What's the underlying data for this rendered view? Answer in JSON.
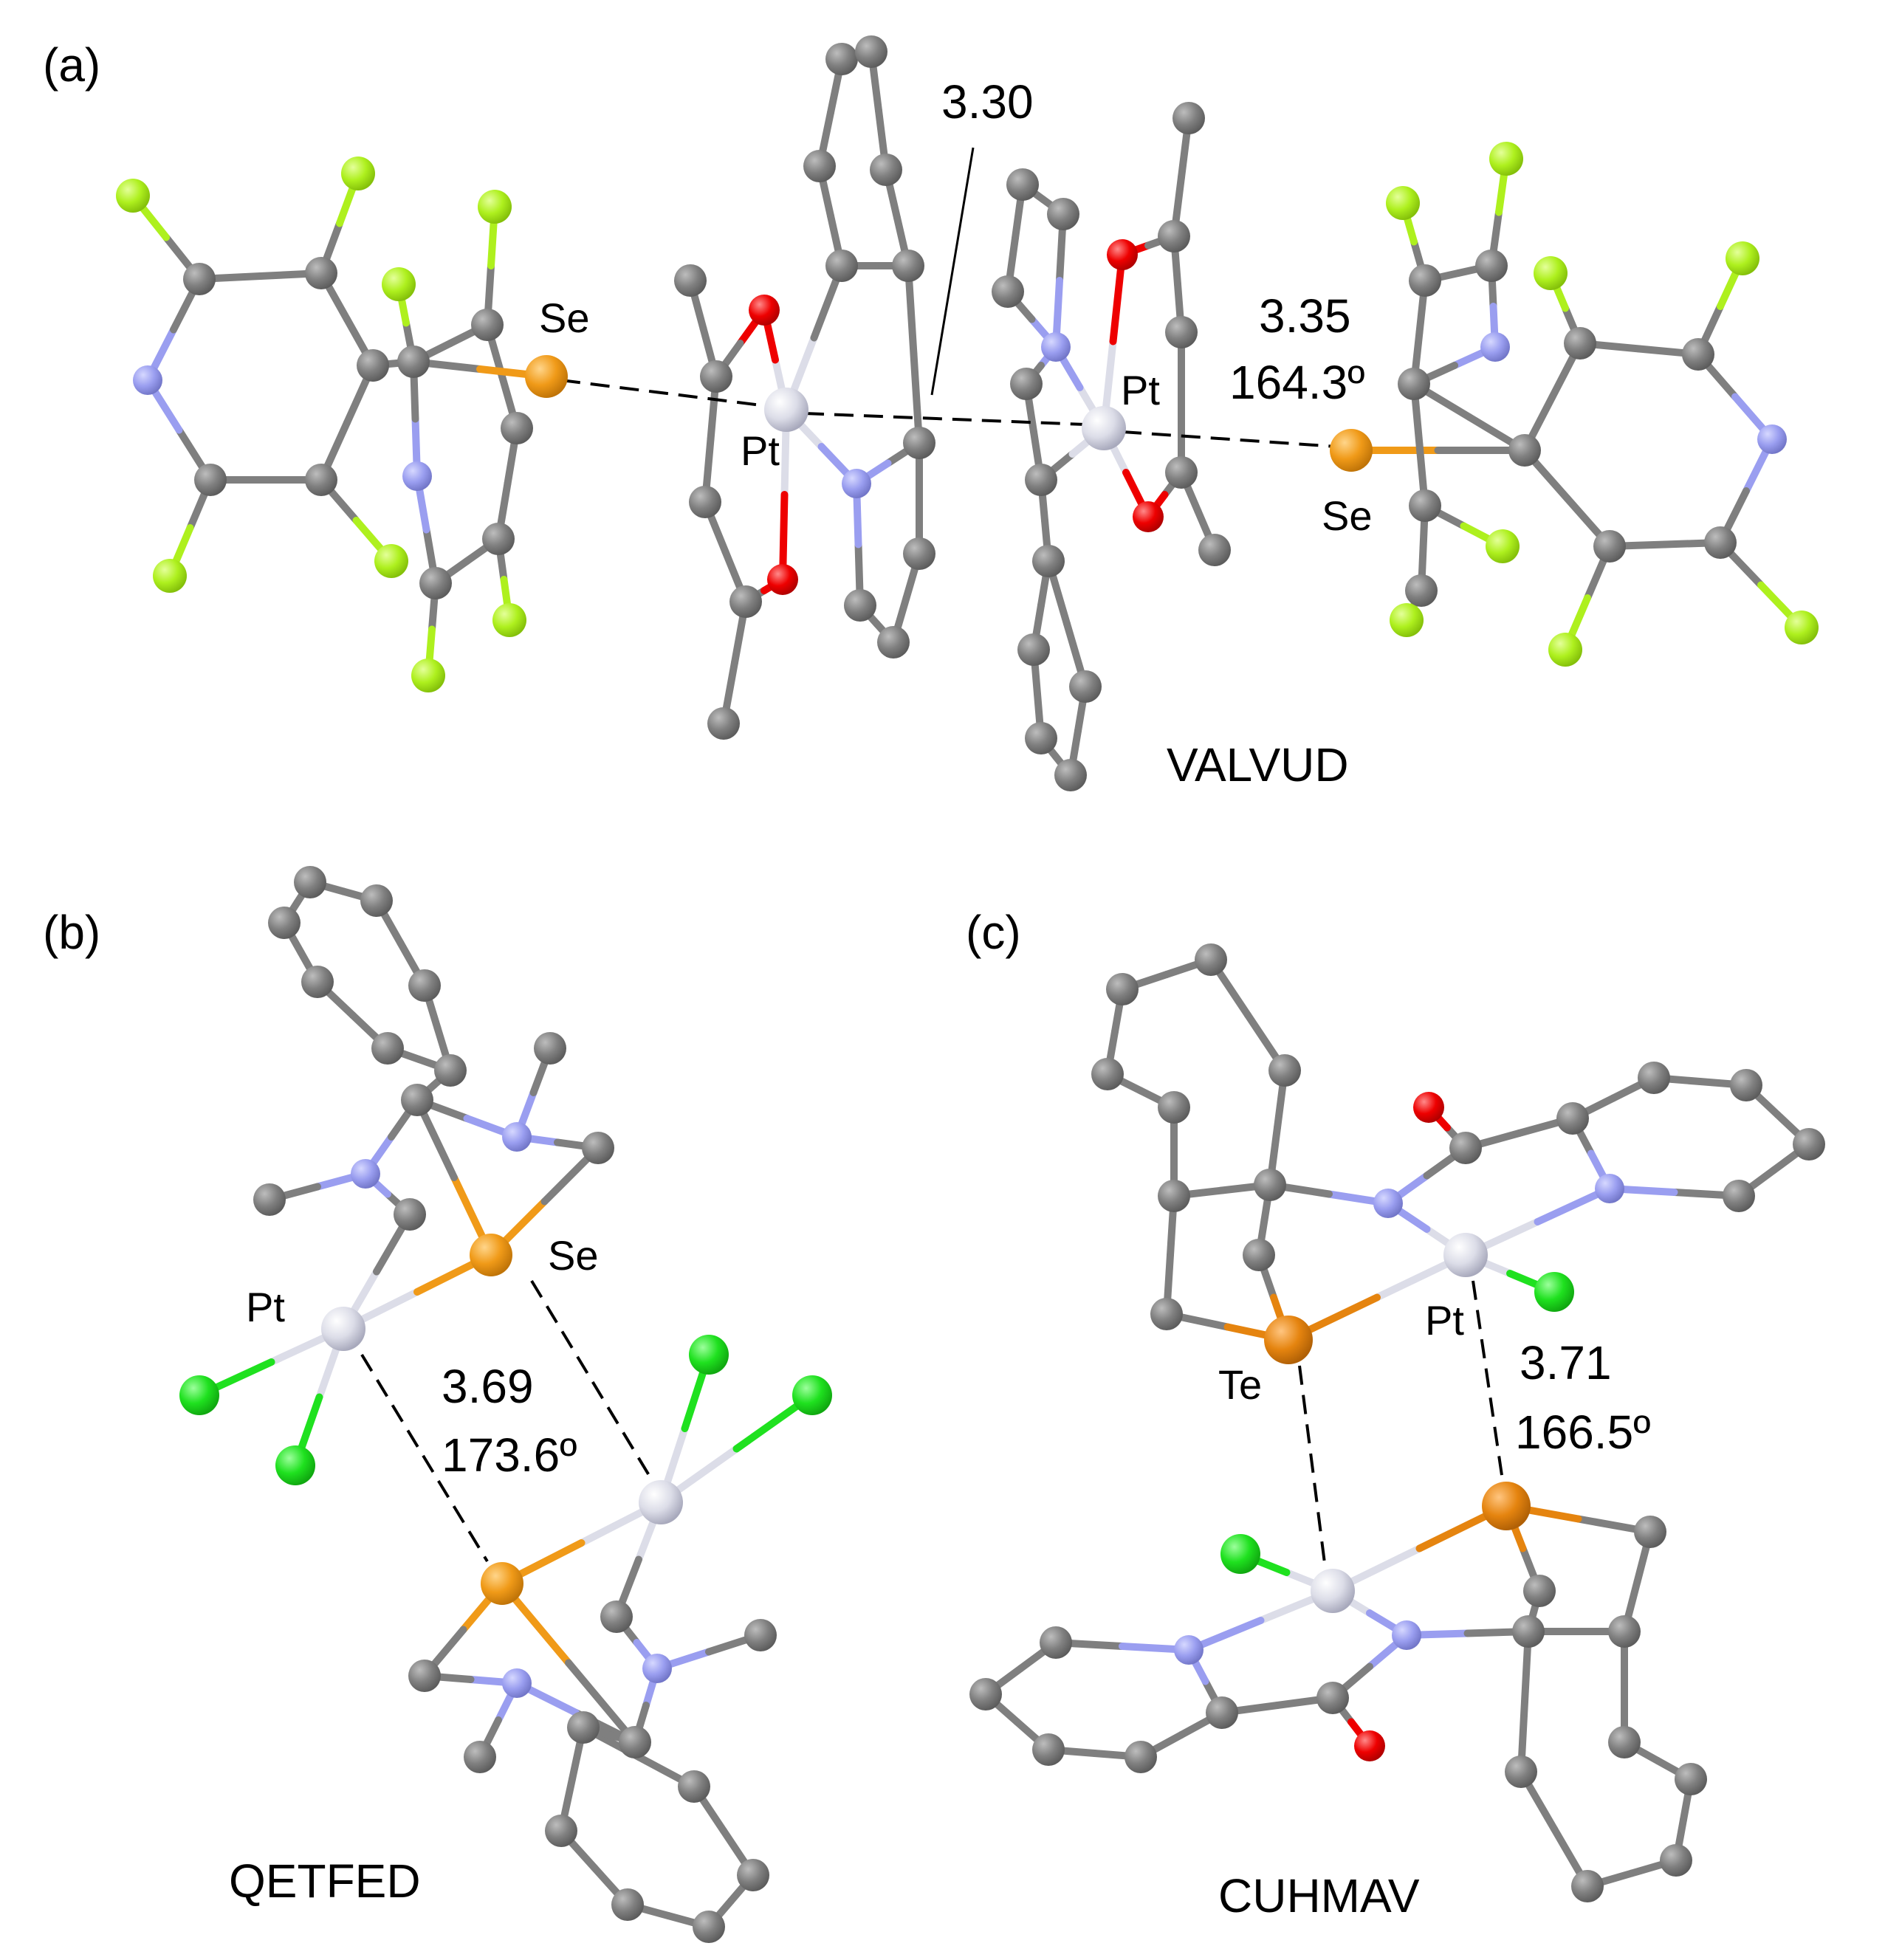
{
  "colors": {
    "C": "#7f7f7f",
    "N": "#9a9ef0",
    "O": "#ee0000",
    "F": "#aef01e",
    "Cl": "#1fe11f",
    "Se": "#f09a18",
    "Te": "#e5840f",
    "Pt": "#dcdde8",
    "contact": "#000000"
  },
  "panels": [
    {
      "label": "(a)",
      "code": "VALVUD",
      "measurements": [
        "3.30",
        "3.35",
        "164.3º"
      ],
      "atoms": [
        "Se",
        "Pt",
        "Pt",
        "Se"
      ]
    },
    {
      "label": "(b)",
      "code": "QETFED",
      "measurements": [
        "3.69",
        "173.6º"
      ],
      "atoms": [
        "Se",
        "Pt"
      ]
    },
    {
      "label": "(c)",
      "code": "CUHMAV",
      "measurements": [
        "3.71",
        "166.5º"
      ],
      "atoms": [
        "Te",
        "Pt"
      ]
    }
  ]
}
